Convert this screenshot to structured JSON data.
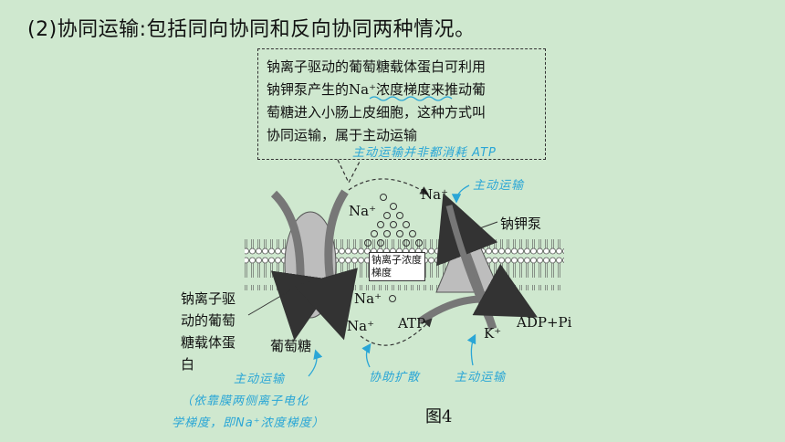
{
  "heading": "(2)协同运输:包括同向协同和反向协同两种情况。",
  "callout": {
    "line1": "钠离子驱动的葡萄糖载体蛋白可利用",
    "line2_a": "钠钾泵产生的",
    "line2_b": "Na⁺浓度梯度",
    "line2_c": "来推动葡",
    "line3": "萄糖进入小肠上皮细胞，这种方式叫",
    "line4": "协同运输，属于主动运输"
  },
  "notes": {
    "atp_note": "主动运输并非都消耗 ATP",
    "active_top": "主动运输",
    "assist": "协助扩散",
    "active_right": "主动运输",
    "active_left": "主动运输",
    "gradient_1": "（依靠膜两侧离子电化",
    "gradient_2": "学梯度，即Na⁺浓度梯度）"
  },
  "labels": {
    "na_top_right": "Na⁺",
    "na_left_top": "Na⁺",
    "na_mid": "Na⁺",
    "na_bottom": "Na⁺",
    "pump": "钠钾泵",
    "atp": "ATP",
    "adp": "ADP+Pi",
    "k": "K⁺",
    "glucose": "葡萄糖",
    "carrier_1": "钠离子驱",
    "carrier_2": "动的葡萄",
    "carrier_3": "糖载体蛋",
    "carrier_4": "白",
    "gradient_box": "钠离子浓度梯度",
    "figure": "图4"
  },
  "colors": {
    "background": "#cfe8cf",
    "handwriting": "#2aa6d6",
    "protein": "#bdbdbd"
  }
}
